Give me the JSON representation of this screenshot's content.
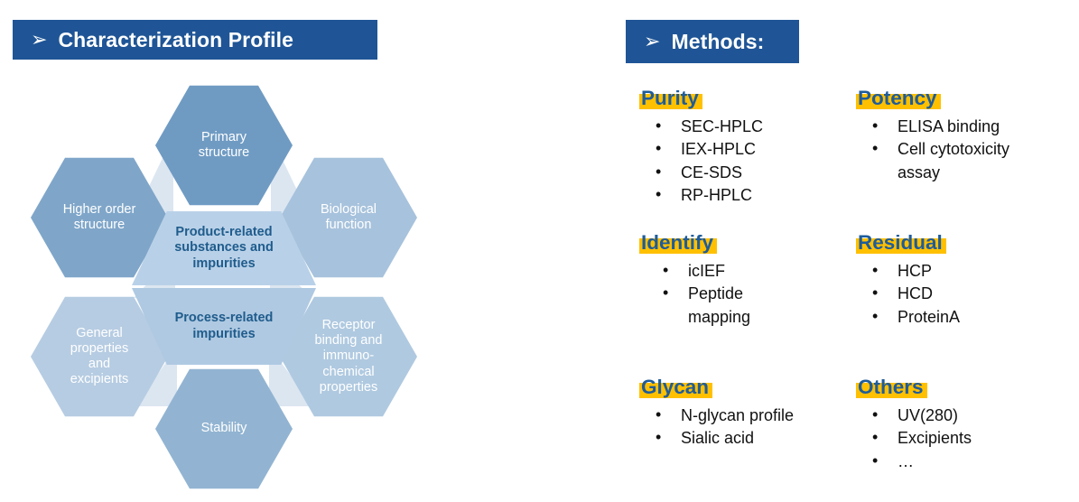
{
  "headers": {
    "arrow_glyph": "➢",
    "profile": {
      "title": "Characterization Profile"
    },
    "methods": {
      "title": "Methods:"
    }
  },
  "diagram": {
    "type": "hexagon-cluster",
    "outer_hexagons": [
      {
        "id": "primary-structure",
        "label": "Primary\nstructure",
        "fill": "#6F9BC3",
        "text_color": "#FFFFFF"
      },
      {
        "id": "biological-function",
        "label": "Biological\nfunction",
        "fill": "#A7C2DC",
        "text_color": "#FFFFFF"
      },
      {
        "id": "receptor-binding",
        "label": "Receptor\nbinding and\nimmuno-\nchemical\nproperties",
        "fill": "#AFC9E0",
        "text_color": "#FFFFFF"
      },
      {
        "id": "stability",
        "label": "Stability",
        "fill": "#92B4D2",
        "text_color": "#FFFFFF"
      },
      {
        "id": "general-properties",
        "label": "General\nproperties\nand\nexcipients",
        "fill": "#B6CCE2",
        "text_color": "#FFFFFF"
      },
      {
        "id": "higher-order-structure",
        "label": "Higher order\nstructure",
        "fill": "#7FA6C9",
        "text_color": "#FFFFFF"
      }
    ],
    "center_hexagons": [
      {
        "id": "product-related",
        "label": "Product-related\nsubstances and\nimpurities",
        "fill": "#B9D1E8",
        "text_color": "#1F5C8C"
      },
      {
        "id": "process-related",
        "label": "Process-related\nimpurities",
        "fill": "#AFC9E2",
        "text_color": "#1F5C8C"
      }
    ],
    "wedge_color": "#DCE6F1"
  },
  "methods": {
    "highlight_color": "#FFC000",
    "title_color": "#1F5C99",
    "categories": [
      {
        "id": "purity",
        "title": "Purity",
        "items": [
          {
            "text": "SEC-HPLC",
            "bullet": true
          },
          {
            "text": "IEX-HPLC",
            "bullet": true
          },
          {
            "text": "CE-SDS",
            "bullet": true
          },
          {
            "text": "RP-HPLC",
            "bullet": true
          }
        ]
      },
      {
        "id": "potency",
        "title": "Potency",
        "items": [
          {
            "text": "ELISA binding",
            "bullet": true
          },
          {
            "text": "Cell cytotoxicity",
            "bullet": true
          },
          {
            "text": "assay",
            "bullet": false
          }
        ]
      },
      {
        "id": "identify",
        "title": "Identify",
        "items": [
          {
            "text": "icIEF",
            "bullet": true,
            "indent": true
          },
          {
            "text": "Peptide",
            "bullet": true,
            "indent": true
          },
          {
            "text": "mapping",
            "bullet": false,
            "indent": true
          }
        ]
      },
      {
        "id": "residual",
        "title": "Residual",
        "items": [
          {
            "text": "HCP",
            "bullet": true
          },
          {
            "text": "HCD",
            "bullet": true
          },
          {
            "text": "ProteinA",
            "bullet": true
          }
        ]
      },
      {
        "id": "glycan",
        "title": "Glycan",
        "items": [
          {
            "text": "N-glycan profile",
            "bullet": true
          },
          {
            "text": "Sialic acid",
            "bullet": true
          }
        ]
      },
      {
        "id": "others",
        "title": "Others",
        "items": [
          {
            "text": "UV(280)",
            "bullet": true
          },
          {
            "text": "Excipients",
            "bullet": true
          },
          {
            "text": "…",
            "bullet": true
          }
        ]
      }
    ]
  }
}
